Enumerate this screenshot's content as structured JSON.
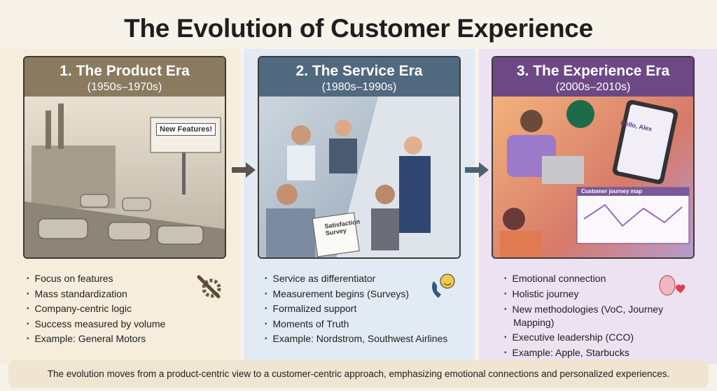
{
  "title": "The Evolution of Customer Experience",
  "eras": [
    {
      "title": "1. The Product Era",
      "dates": "(1950s–1970s)",
      "image_text": "New Features!",
      "icon": "wrench-gear-icon",
      "bullets": [
        "Focus on features",
        "Mass standardization",
        "Company-centric logic",
        "Success measured by volume",
        "Example: General Motors"
      ]
    },
    {
      "title": "2. The Service Era",
      "dates": "(1980s–1990s)",
      "image_text": "Satisfaction Survey",
      "icon": "phone-smiley-icon",
      "bullets": [
        "Service as differentiator",
        "Measurement begins (Surveys)",
        "Formalized support",
        "Moments of Truth",
        "Example: Nordstrom, Southwest Airlines"
      ]
    },
    {
      "title": "3. The Experience Era",
      "dates": "(2000s–2010s)",
      "image_text": "Customer journey map",
      "image_text_2": "Hello, Alex",
      "icon": "brain-heart-icon",
      "bullets": [
        "Emotional connection",
        "Holistic journey",
        "New methodologies (VoC, Journey Mapping)",
        "Executive leadership (CCO)",
        "Example: Apple, Starbucks"
      ]
    }
  ],
  "footer": "The evolution moves from a product-centric view to a customer-centric approach, emphasizing emotional connections and personalized experiences.",
  "colors": {
    "product": "#8a7a5f",
    "service": "#51697f",
    "experience": "#6c4884",
    "arrow": "#5a5550"
  }
}
